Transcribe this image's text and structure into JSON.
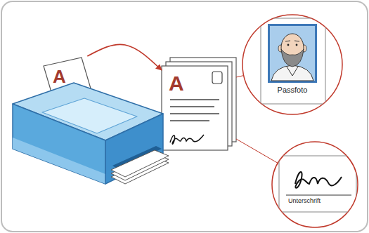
{
  "diagram": {
    "nodes": [
      {
        "text": [
          "A"
        ]
      },
      {
        "text": [
          "A"
        ]
      },
      {
        "text": [
          "Passfoto"
        ]
      },
      {
        "text": [
          "Unterschrift"
        ]
      }
    ],
    "edges": [
      {
        "from": 0,
        "to": 1,
        "arrow": "to"
      },
      {
        "from": 1,
        "to": 2,
        "arrow": "none"
      },
      {
        "from": 1,
        "to": 3,
        "arrow": "none"
      }
    ]
  }
}
